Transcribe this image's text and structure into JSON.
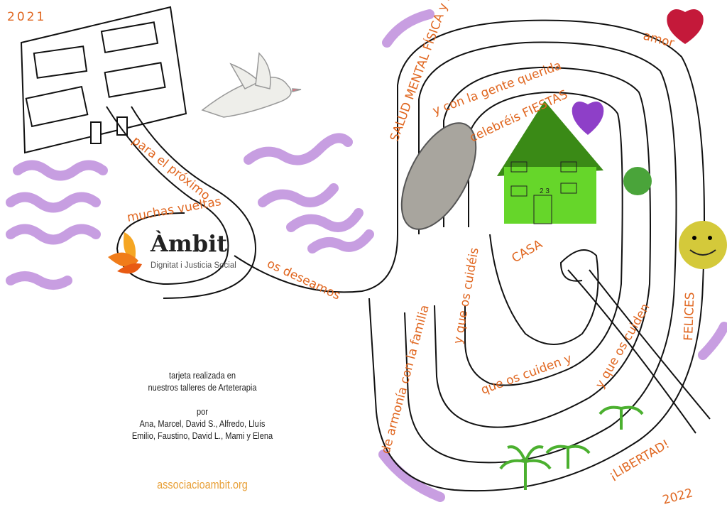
{
  "card": {
    "year_start": "2021",
    "year_end": "2022",
    "logo": {
      "name": "Àmbit",
      "tagline": "Dignitat i Justicia Social"
    },
    "credits": {
      "line1": "tarjeta realizada en",
      "line2": "nuestros talleres de Arteterapia",
      "por": "por",
      "names1": "Ana, Marcel, David S., Alfredo, Lluís",
      "names2": "Emilio, Faustino, David L., Mami  y Elena"
    },
    "website": "associacioambit.org",
    "handwritten": {
      "p1": "para el próximo",
      "p2": "muchas vueltas",
      "p3": "os deseamos",
      "p4": "SALUD MENTAL FÍSICA y suerte",
      "p5": "amor",
      "p6": "y con la gente querida",
      "p7": "celebréis FIESTAS",
      "p8": "CASA",
      "p9": "FELICES",
      "p10": "y que os cuidéis",
      "p11": "¡LIBERTAD!",
      "p12": "y que os cuiden",
      "p13": "que os cuiden y",
      "p14": "de armonía con la familia"
    },
    "house_numbers": "2 3",
    "colors": {
      "accent": "#e0661f",
      "purple": "#9b4fc9",
      "house": "#66d62a"
    }
  }
}
